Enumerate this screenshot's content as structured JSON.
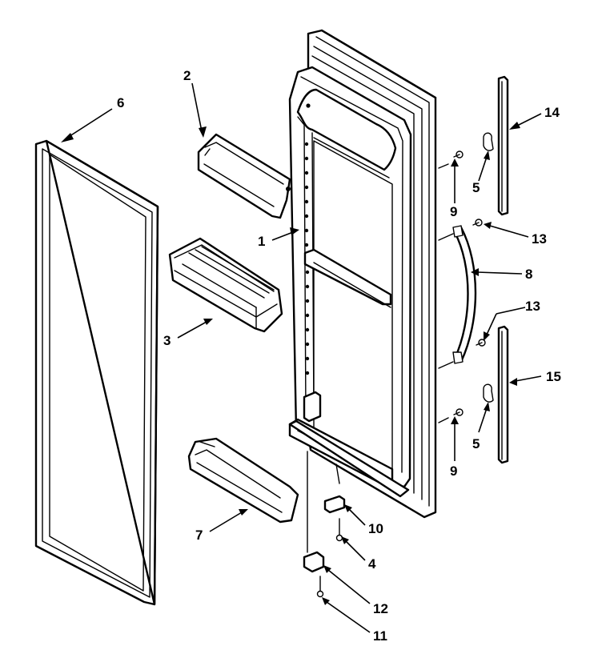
{
  "callouts": {
    "c1": "1",
    "c2": "2",
    "c3": "3",
    "c4": "4",
    "c5a": "5",
    "c5b": "5",
    "c6": "6",
    "c7": "7",
    "c8": "8",
    "c9a": "9",
    "c9b": "9",
    "c10": "10",
    "c11": "11",
    "c12": "12",
    "c13a": "13",
    "c13b": "13",
    "c14": "14",
    "c15": "15"
  },
  "colors": {
    "ink": "#000000",
    "paper": "#ffffff"
  }
}
